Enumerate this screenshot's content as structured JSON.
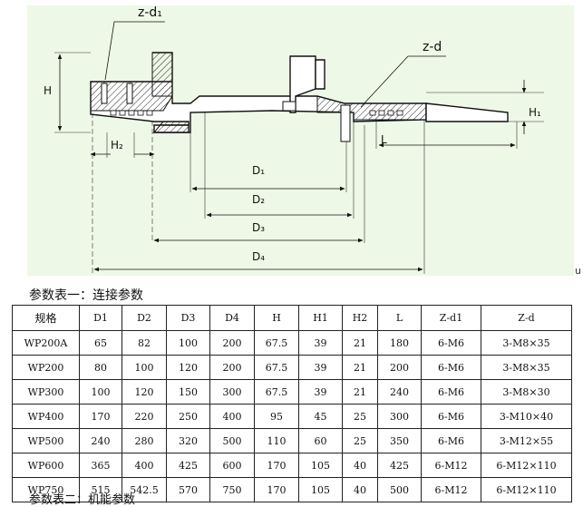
{
  "drawing": {
    "labels": {
      "z_d1": "z-d₁",
      "z_d": "z-d",
      "H": "H",
      "H1": "H₁",
      "H2": "H₂",
      "L": "L",
      "D1": "D₁",
      "D2": "D₂",
      "D3": "D₃",
      "D4": "D₄"
    },
    "background_color": "#eef8e6",
    "stray_mark": "u"
  },
  "table": {
    "caption": "参数表一：连接参数",
    "headers": [
      "规格",
      "D1",
      "D2",
      "D3",
      "D4",
      "H",
      "H1",
      "H2",
      "L",
      "Z-d1",
      "Z-d"
    ],
    "rows": [
      [
        "WP200A",
        "65",
        "82",
        "100",
        "200",
        "67.5",
        "39",
        "21",
        "180",
        "6-M6",
        "3-M8×35"
      ],
      [
        "WP200",
        "80",
        "100",
        "120",
        "200",
        "67.5",
        "39",
        "21",
        "200",
        "6-M6",
        "3-M8×35"
      ],
      [
        "WP300",
        "100",
        "120",
        "150",
        "300",
        "67.5",
        "39",
        "21",
        "240",
        "6-M6",
        "3-M8×30"
      ],
      [
        "WP400",
        "170",
        "220",
        "250",
        "400",
        "95",
        "45",
        "25",
        "300",
        "6-M6",
        "3-M10×40"
      ],
      [
        "WP500",
        "240",
        "280",
        "320",
        "500",
        "110",
        "60",
        "25",
        "350",
        "6-M6",
        "3-M12×55"
      ],
      [
        "WP600",
        "365",
        "400",
        "425",
        "600",
        "170",
        "105",
        "40",
        "425",
        "6-M12",
        "6-M12×110"
      ],
      [
        "WP750",
        "515",
        "542.5",
        "570",
        "750",
        "170",
        "105",
        "40",
        "500",
        "6-M12",
        "6-M12×110"
      ]
    ]
  },
  "next_caption": "参数表二：机能参数"
}
